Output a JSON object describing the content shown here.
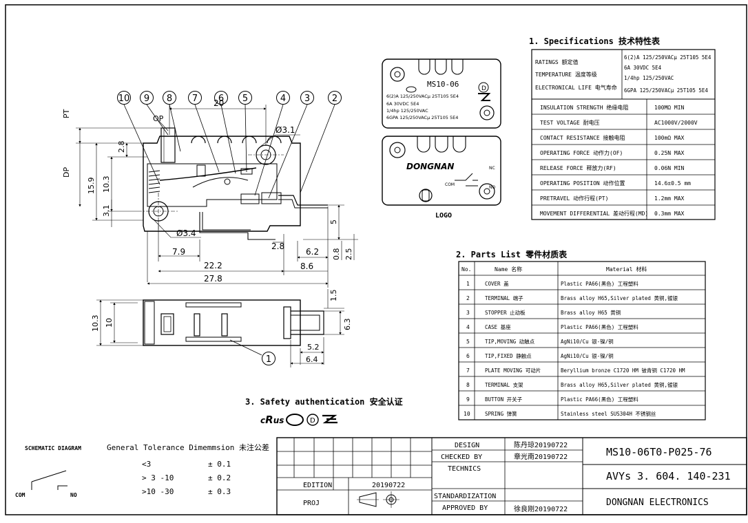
{
  "balloons": [
    "10",
    "9",
    "8",
    "7",
    "6",
    "5",
    "4",
    "3",
    "2"
  ],
  "balloon_bottom": "1",
  "dims": {
    "pt": "PT",
    "op": "OP",
    "dp": "DP",
    "d20": "20",
    "dia31": "Ø3.1",
    "d28": "2.8",
    "d159": "15.9",
    "d103": "10.3",
    "d31": "3.1",
    "dia34": "Ø3.4",
    "d79": "7.9",
    "d28b": "2.8",
    "d62": "6.2",
    "d08": "0.8",
    "d25": "2.5",
    "d5": "5",
    "d222": "22.2",
    "d86": "8.6",
    "d278": "27.8",
    "d103b": "10.3",
    "d10": "10",
    "d15": "1.5",
    "d63": "6.3",
    "d52": "5.2",
    "d64": "6.4"
  },
  "logo": {
    "model": "MS10-06",
    "line1": "6(2)A 125/250VACμ 25T105 5E4",
    "line2": "6A 30VDC  5E4",
    "line3": "1/4hp 125/250VAC",
    "line4": "6GPA 125/250VACμ 25T105 5E4",
    "brand": "DONGNAN",
    "nc": "NC",
    "com": "COM",
    "no": "NO",
    "caption": "LOGO"
  },
  "specs": {
    "title": "1. Specifications  技术特性表",
    "header_labels": [
      "RATINGS 额定值",
      "TEMPERATURE 温度等级",
      "ELECTRONICAL LIFE 电气寿命"
    ],
    "header_values": [
      "6(2)A 125/250VACμ 25T105 5E4",
      "6A 30VDC  5E4",
      "1/4hp 125/250VAC",
      "6GPA 125/250VACμ 25T105 5E4"
    ],
    "rows": [
      [
        "INSULATION STRENGTH 绝缘电阻",
        "100MΩ MIN"
      ],
      [
        "TEST VOLTAGE 耐电压",
        "AC1000V/2000V"
      ],
      [
        "CONTACT RESISTANCE 接触电阻",
        "100mΩ MAX"
      ],
      [
        "OPERATING FORCE 动作力(OF)",
        "0.25N MAX"
      ],
      [
        "RELEASE FORCE 释放力(RF)",
        "0.06N MIN"
      ],
      [
        "OPERATING POSITION 动作位置",
        "14.6±0.5 mm"
      ],
      [
        "PRETRAVEL 动作行程(PT)",
        "1.2mm MAX"
      ],
      [
        "MOVEMENT DIFFERENTIAL 差动行程(MD)",
        "0.3mm MAX"
      ]
    ]
  },
  "parts": {
    "title": "2. Parts List   零件材质表",
    "headers": [
      "No.",
      "Name 名称",
      "Material 材料"
    ],
    "rows": [
      [
        "1",
        "COVER 盖",
        "Plastic PA66(黑色)    工程塑料"
      ],
      [
        "2",
        "TERMINAL  端子",
        "Brass alloy H65,Silver plated  黄铜,镀银"
      ],
      [
        "3",
        "STOPPER 止动板",
        "Brass alloy H65    黄铜"
      ],
      [
        "4",
        "CASE 基座",
        "Plastic PA66(黑色)    工程塑料"
      ],
      [
        "5",
        "TIP,MOVING 动触点",
        "AgNi10/Cu  银-镍/铜"
      ],
      [
        "6",
        "TIP,FIXED  静触点",
        "AgNi10/Cu  银-镍/铜"
      ],
      [
        "7",
        "PLATE MOVING 可动片",
        "Beryllium bronze  C1720 HM   铍青铜 C1720 HM"
      ],
      [
        "8",
        "TERMINAL  支架",
        "Brass alloy H65,Silver plated  黄铜,镀银"
      ],
      [
        "9",
        "BUTTON 开关子",
        "Plastic PA66(黑色)    工程塑料"
      ],
      [
        "10",
        "SPRING 弹簧",
        "Stainless steel SUS304H 不锈钢丝"
      ]
    ]
  },
  "safety": {
    "title": "3. Safety authentication  安全认证"
  },
  "schematic": {
    "title": "SCHEMATIC DIAGRAM",
    "com": "COM",
    "no": "NO"
  },
  "tolerance": {
    "title": "General Tolerance Dimemmsion 未注公差",
    "rows": [
      [
        "<3",
        "± 0.1"
      ],
      [
        "> 3 -10",
        "± 0.2"
      ],
      [
        ">10 -30",
        "± 0.3"
      ]
    ]
  },
  "titleblock": {
    "edition_label": "EDITION",
    "edition_value": "20190722",
    "proj_label": "PROJ",
    "design_label": "DESIGN",
    "design_value": "陈丹琼20190722",
    "checked_label": "CHECKED BY",
    "checked_value": "章光南20190722",
    "technics_label": "TECHNICS",
    "standard_label": "STANDARDIZATION",
    "approved_label": "APPROVED BY",
    "approved_value": "徐良刚20190722",
    "part_no": "MS10-06T0-P025-76",
    "doc_no": "AVYs 3. 604. 140-231",
    "company": "DONGNAN ELECTRONICS"
  }
}
